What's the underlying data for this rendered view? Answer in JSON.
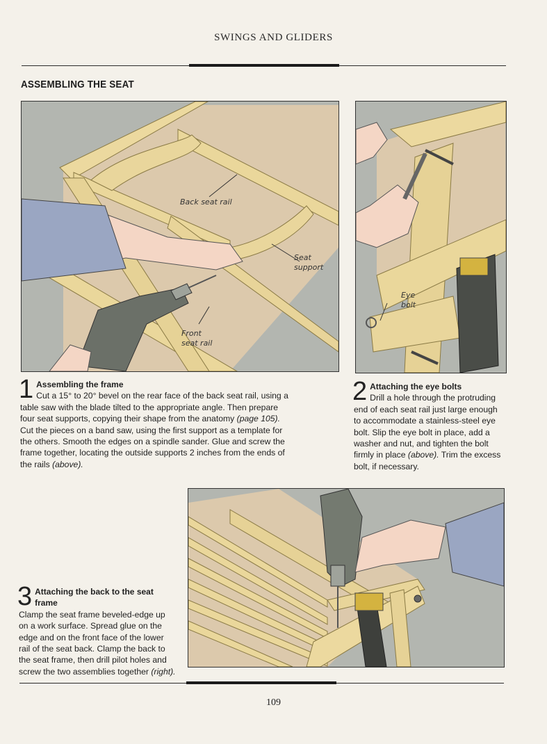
{
  "header": {
    "running_head": "SWINGS AND GLIDERS"
  },
  "section": {
    "title": "ASSEMBLING THE SEAT"
  },
  "figure1": {
    "label_back_rail": "Back seat rail",
    "label_seat_support_1": "Seat",
    "label_seat_support_2": "support",
    "label_front_rail_1": "Front",
    "label_front_rail_2": "seat rail"
  },
  "figure2": {
    "label_eye_bolt_1": "Eye",
    "label_eye_bolt_2": "bolt"
  },
  "step1": {
    "number": "1",
    "heading": "Assembling the frame",
    "text_a": "Cut a 15° to 20° bevel on the rear face of the back seat rail, using a table saw with the blade tilted to the appropriate angle. Then prepare four seat supports, copying their shape from the anatomy ",
    "ref": "(page 105).",
    "text_b": " Cut the pieces on a band saw, using the first support as a template for the others. Smooth the edges on a spindle sander. Glue and screw the frame together, locating the outside supports 2 inches from the ends of the rails ",
    "ref_end": "(above)."
  },
  "step2": {
    "number": "2",
    "heading": "Attaching the eye bolts",
    "text_a": "Drill a hole through the protruding end of each seat rail just large enough to accommodate a stainless-steel eye bolt. Slip the eye bolt in place, add a washer and nut, and tighten the bolt firmly in place ",
    "ref": "(above).",
    "text_b": " Trim the excess bolt, if necessary."
  },
  "step3": {
    "number": "3",
    "heading": "Attaching the back to the seat frame",
    "text_a": "Clamp the seat frame beveled-edge up on a work surface. Spread glue on the edge and on the front face of the lower rail of the seat back. Clamp the back to the seat frame, then drill pilot holes and screw the two assemblies together ",
    "ref": "(right)."
  },
  "footer": {
    "page_number": "109"
  }
}
